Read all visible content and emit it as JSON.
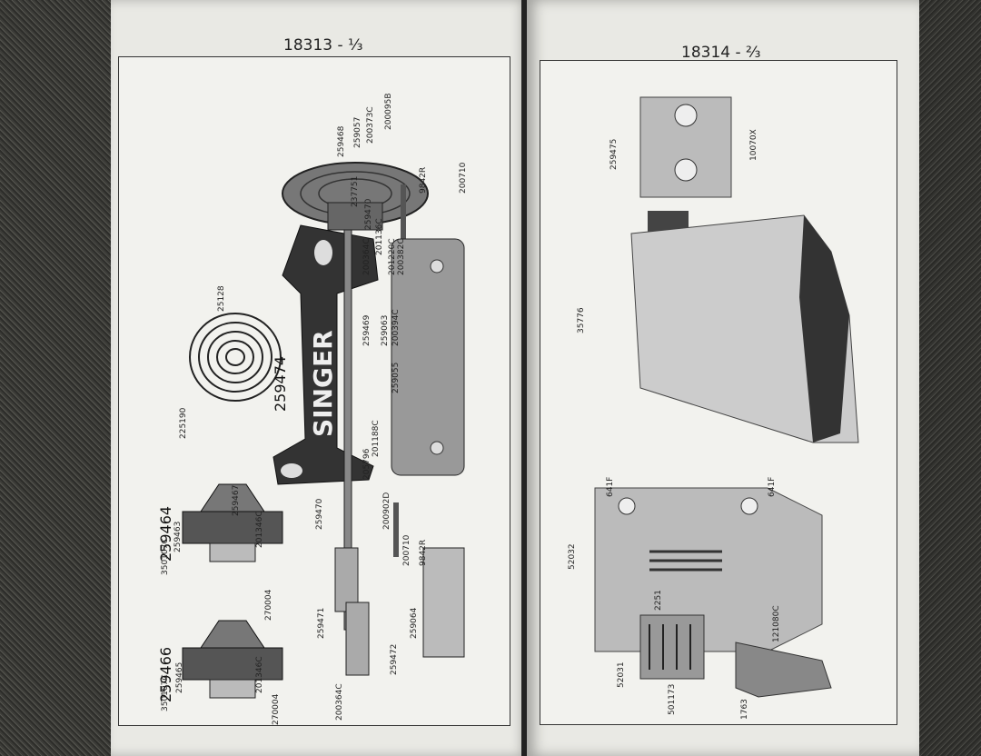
{
  "pages": {
    "left": {
      "page_number": "18313 - ⅓",
      "assembly_numbers": [
        "259474",
        "259464",
        "259466"
      ],
      "brand": "SINGER",
      "labels": {
        "p259468": "259468",
        "p259057": "259057",
        "p200373c": "200373C",
        "p200095b": "200095B",
        "p237751": "237751",
        "p259470a": "259470",
        "p201136c": "201136C",
        "p200364c": "200364C",
        "p201220c": "201220C",
        "p200382c": "200382C",
        "p9842r_a": "9842R",
        "p200710_a": "200710",
        "p25128": "25128",
        "p259469": "259469",
        "p259063": "259063",
        "p200394c": "200394C",
        "p259055": "259055",
        "p225190": "225190",
        "p201188c": "201188C",
        "p205796": "205796",
        "p259467": "259467",
        "p259470b": "259470",
        "p200902": "200902D",
        "p350107c_a": "350107C",
        "p259463": "259463",
        "p201346c_a": "201346C",
        "p270004_a": "270004",
        "p200710_b": "200710",
        "p9842r_b": "9842R",
        "p259471": "259471",
        "p259064": "259064",
        "p259472": "259472",
        "p350107c_b": "350107C",
        "p259465": "259465",
        "p201346c_b": "201346C",
        "p270004_b": "270004",
        "p200364c_b": "200364C"
      }
    },
    "right": {
      "page_number": "18314 - ⅔",
      "labels": {
        "p259475": "259475",
        "p10070x": "10070X",
        "p35776": "35776",
        "p52032": "52032",
        "p641f_a": "641F",
        "p641f_b": "641F",
        "p2251": "2251",
        "p52031": "52031",
        "p501173": "501173",
        "p121080": "121080C",
        "p1763": "1763"
      }
    }
  }
}
